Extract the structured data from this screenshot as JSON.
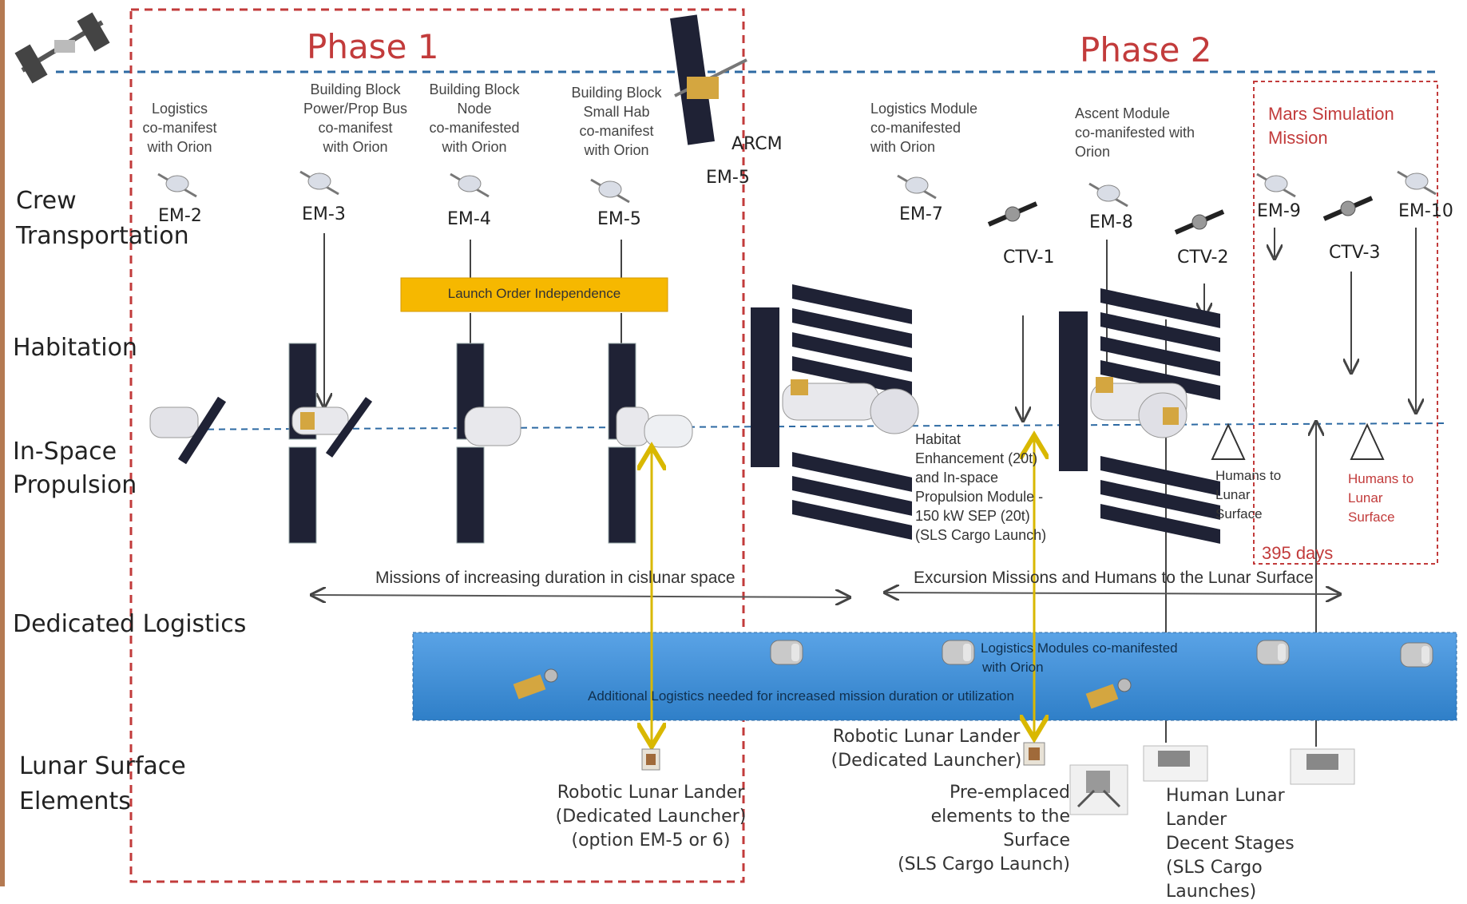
{
  "phases": {
    "phase1": "Phase 1",
    "phase2": "Phase 2"
  },
  "row_labels": {
    "crew_1": "Crew",
    "crew_2": "Transportation",
    "habitation": "Habitation",
    "propulsion_1": "In-Space",
    "propulsion_2": "Propulsion",
    "logistics": "Dedicated Logistics",
    "lunar_1": "Lunar Surface",
    "lunar_2": "Elements"
  },
  "missions": {
    "em2": {
      "label": "EM-2",
      "desc": [
        "Logistics",
        "co-manifest",
        "with Orion"
      ]
    },
    "em3": {
      "label": "EM-3",
      "desc": [
        "Building Block",
        "Power/Prop Bus",
        "co-manifest",
        "with Orion"
      ]
    },
    "em4": {
      "label": "EM-4",
      "desc": [
        "Building Block",
        "Node",
        "co-manifested",
        "with Orion"
      ]
    },
    "em5": {
      "label": "EM-5",
      "desc": [
        "Building Block",
        "Small Hab",
        "co-manifest",
        "with Orion"
      ]
    },
    "arcm": {
      "label": "ARCM",
      "sub": "EM-5"
    },
    "em7": {
      "label": "EM-7",
      "desc": [
        "Logistics Module",
        "co-manifested",
        "with Orion"
      ]
    },
    "em8": {
      "label": "EM-8",
      "desc": [
        "Ascent Module",
        "co-manifested with",
        "Orion"
      ]
    },
    "em9": {
      "label": "EM-9"
    },
    "em10": {
      "label": "EM-10"
    },
    "ctv1": {
      "label": "CTV-1"
    },
    "ctv2": {
      "label": "CTV-2"
    },
    "ctv3": {
      "label": "CTV-3"
    }
  },
  "mars_sim": {
    "title_1": "Mars Simulation",
    "title_2": "Mission",
    "days": "395 days"
  },
  "launch_order": "Launch Order Independence",
  "habitat_note": [
    "Habitat",
    "Enhancement (20t)",
    "and In-space",
    "Propulsion Module -",
    "150 kW SEP (20t)",
    "(SLS Cargo Launch)"
  ],
  "humans_to_surface_1": [
    "Humans to",
    "Lunar",
    "Surface"
  ],
  "humans_to_surface_2": [
    "Humans to",
    "Lunar",
    "Surface"
  ],
  "span_phase1": "Missions of increasing duration in cislunar space",
  "span_phase2": "Excursion Missions and Humans to the Lunar Surface",
  "logistics_band": {
    "line1": "Logistics Modules co-manifested",
    "line2": "with Orion",
    "line3": "Additional Logistics needed for increased mission duration or utilization"
  },
  "surface": {
    "lander1": [
      "Robotic Lunar Lander",
      "(Dedicated Launcher)",
      "(option EM-5 or 6)"
    ],
    "lander2": [
      "Robotic Lunar Lander",
      "(Dedicated Launcher)"
    ],
    "preemplaced": [
      "Pre-emplaced",
      "elements to the Surface",
      "(SLS Cargo Launch)"
    ],
    "human_lander": [
      "Human Lunar Lander",
      "Decent Stages",
      "(SLS Cargo Launches)"
    ]
  },
  "colors": {
    "phase_red": "#c23b3b",
    "dash_blue": "#2d6aa3",
    "yellow_box": "#f6b800",
    "band_blue": "#3a8ad2",
    "arrow_yellow": "#d9b800"
  }
}
